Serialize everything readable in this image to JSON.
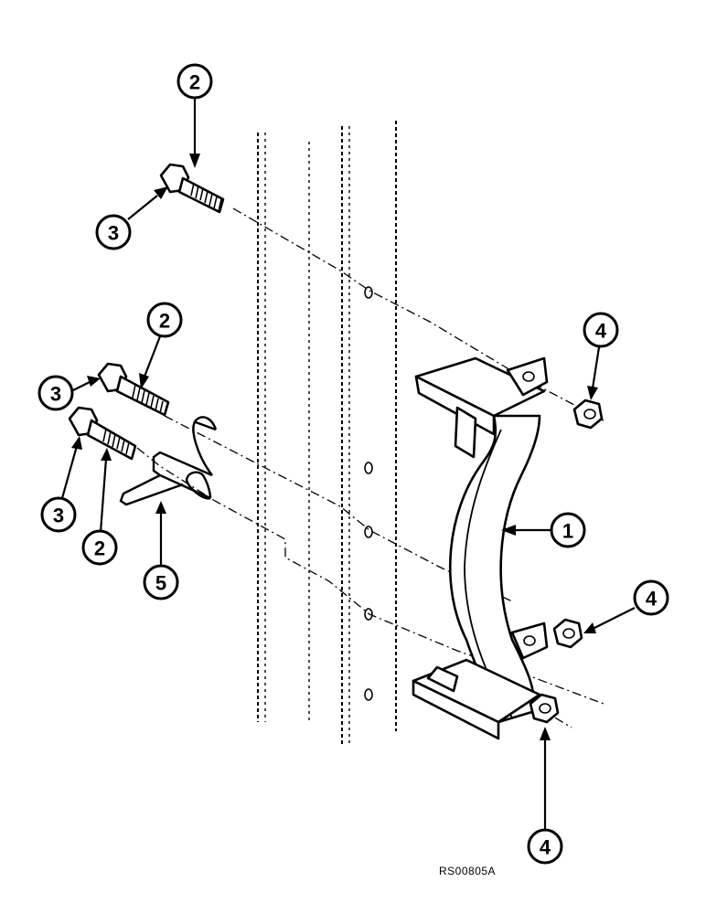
{
  "drawing_code": "RS00805A",
  "callouts": {
    "c1": "1",
    "c2_top": "2",
    "c2_mid": "2",
    "c2_low": "2",
    "c3_top": "3",
    "c3_mid": "3",
    "c3_low": "3",
    "c4_top": "4",
    "c4_mid": "4",
    "c4_bot": "4",
    "c5": "5"
  }
}
